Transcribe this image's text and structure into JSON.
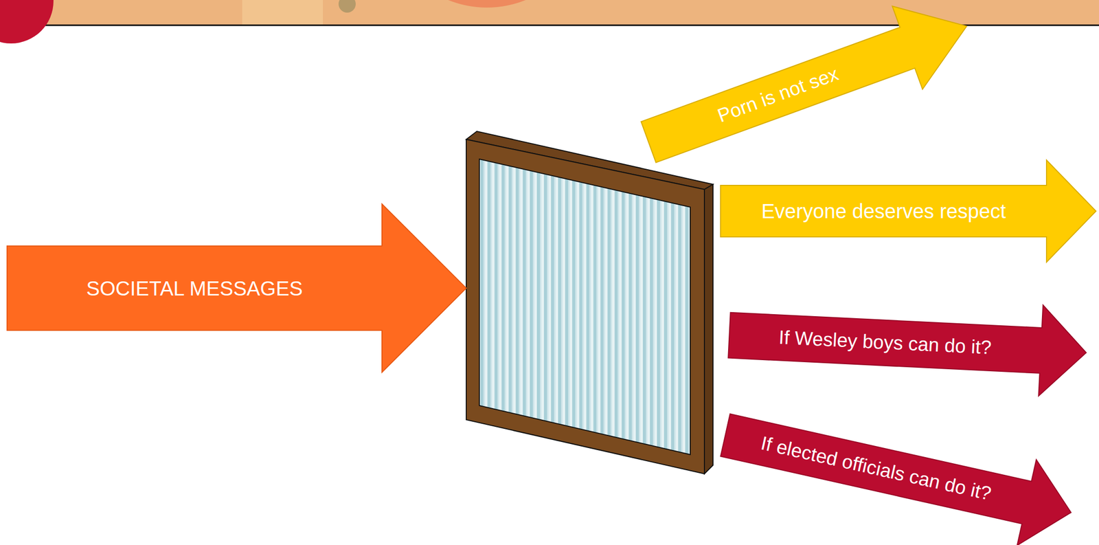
{
  "diagram": {
    "nodes": [
      {
        "text": [
          "SOCIETAL MESSAGES"
        ]
      },
      {
        "text": [
          "Porn is not sex"
        ]
      },
      {
        "text": [
          "Everyone deserves respect"
        ]
      },
      {
        "text": [
          "If Wesley boys can do it?"
        ]
      },
      {
        "text": [
          "If elected officials can do it?"
        ]
      }
    ]
  }
}
